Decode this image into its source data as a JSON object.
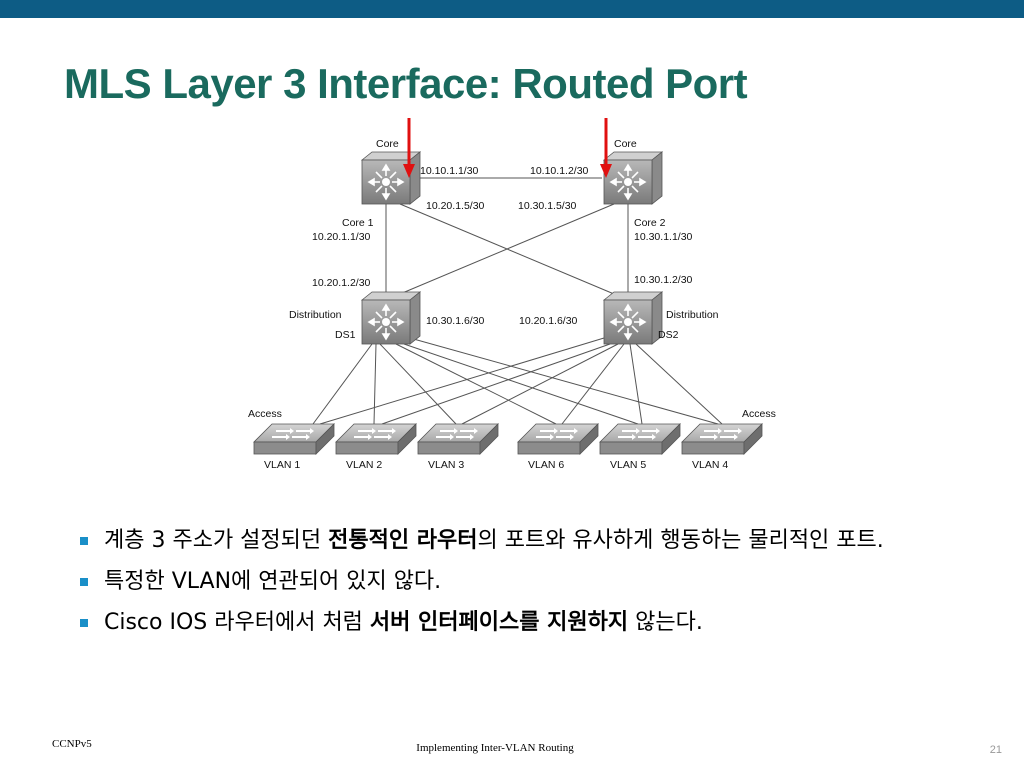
{
  "slide": {
    "title": "MLS Layer 3 Interface: Routed Port",
    "footer_left": "CCNPv5",
    "footer_center": "Implementing Inter-VLAN Routing",
    "page_number": "21",
    "colors": {
      "top_bar": "#0d5c85",
      "title": "#1a6a5e",
      "bullet": "#1a8fc8",
      "arrow": "#e01010"
    }
  },
  "diagram": {
    "core_left_label": "Core",
    "core_right_label": "Core",
    "core1_name": "Core 1",
    "core2_name": "Core 2",
    "core1_to_core2_ip": "10.10.1.1/30",
    "core2_to_core1_ip": "10.10.1.2/30",
    "core1_to_ds2_ip": "10.20.1.5/30",
    "core2_to_ds1_ip": "10.30.1.5/30",
    "core1_to_ds1_ip": "10.20.1.1/30",
    "core2_to_ds2_ip": "10.30.1.1/30",
    "ds1_uplink_core1_ip": "10.20.1.2/30",
    "ds2_uplink_core2_ip": "10.30.1.2/30",
    "ds1_uplink_core2_ip": "10.30.1.6/30",
    "ds2_uplink_core1_ip": "10.20.1.6/30",
    "distribution_left_label": "Distribution",
    "distribution_right_label": "Distribution",
    "ds1_name": "DS1",
    "ds2_name": "DS2",
    "access_left_label": "Access",
    "access_right_label": "Access",
    "access_switches": [
      "VLAN 1",
      "VLAN 2",
      "VLAN 3",
      "VLAN 6",
      "VLAN 5",
      "VLAN 4"
    ]
  },
  "bullets": [
    {
      "parts": [
        {
          "text": "계층 3 주소가 설정되던 ",
          "bold": false
        },
        {
          "text": "전통적인 라우터",
          "bold": true
        },
        {
          "text": "의 포트와 유사하게 행동하는 물리적인 포트.",
          "bold": false
        }
      ]
    },
    {
      "parts": [
        {
          "text": "특정한 VLAN에 연관되어 있지 않다.",
          "bold": false
        }
      ]
    },
    {
      "parts": [
        {
          "text": "Cisco IOS 라우터에서 처럼 ",
          "bold": false
        },
        {
          "text": "서버 인터페이스를 지원하지",
          "bold": true
        },
        {
          "text": " 않는다.",
          "bold": false
        }
      ]
    }
  ]
}
